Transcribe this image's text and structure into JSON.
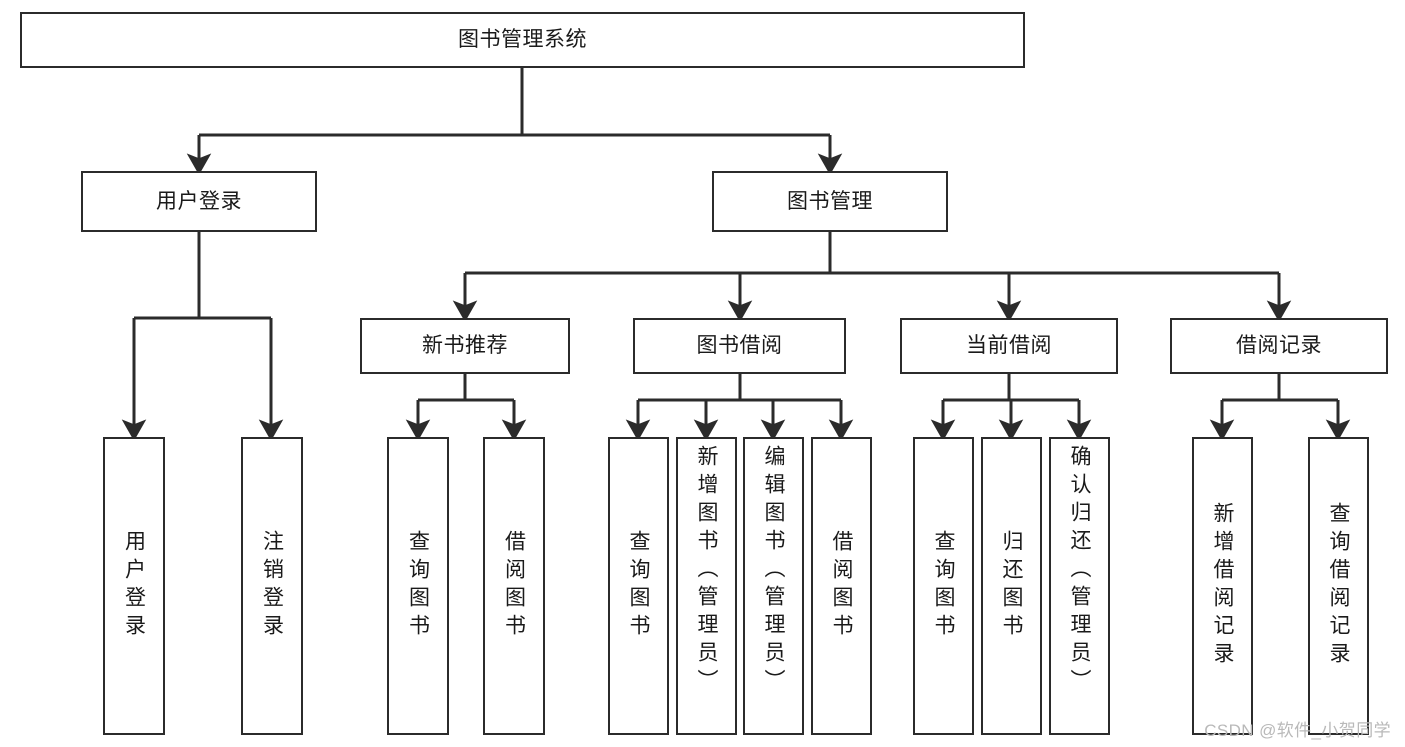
{
  "diagram": {
    "type": "tree",
    "title": "图书管理系统",
    "root": {
      "label": "图书管理系统"
    },
    "level2": [
      {
        "label": "用户登录"
      },
      {
        "label": "图书管理"
      }
    ],
    "level3": [
      {
        "label": "新书推荐"
      },
      {
        "label": "图书借阅"
      },
      {
        "label": "当前借阅"
      },
      {
        "label": "借阅记录"
      }
    ],
    "leaves": {
      "user_login": [
        {
          "label": "用户登录"
        },
        {
          "label": "注销登录"
        }
      ],
      "new_book_recommend": [
        {
          "label": "查询图书"
        },
        {
          "label": "借阅图书"
        }
      ],
      "book_borrow": [
        {
          "label": "查询图书"
        },
        {
          "label": "新增图书（管理员）"
        },
        {
          "label": "编辑图书（管理员）"
        },
        {
          "label": "借阅图书"
        }
      ],
      "current_borrow": [
        {
          "label": "查询图书"
        },
        {
          "label": "归还图书"
        },
        {
          "label": "确认归还（管理员）"
        }
      ],
      "borrow_record": [
        {
          "label": "新增借阅记录"
        },
        {
          "label": "查询借阅记录"
        }
      ]
    }
  },
  "watermark": {
    "text": "CSDN @软件_小贺同学"
  },
  "colors": {
    "stroke": "#2b2b2b",
    "text": "#1a1a1a",
    "background": "#ffffff",
    "watermark": "#b9b9b9"
  }
}
